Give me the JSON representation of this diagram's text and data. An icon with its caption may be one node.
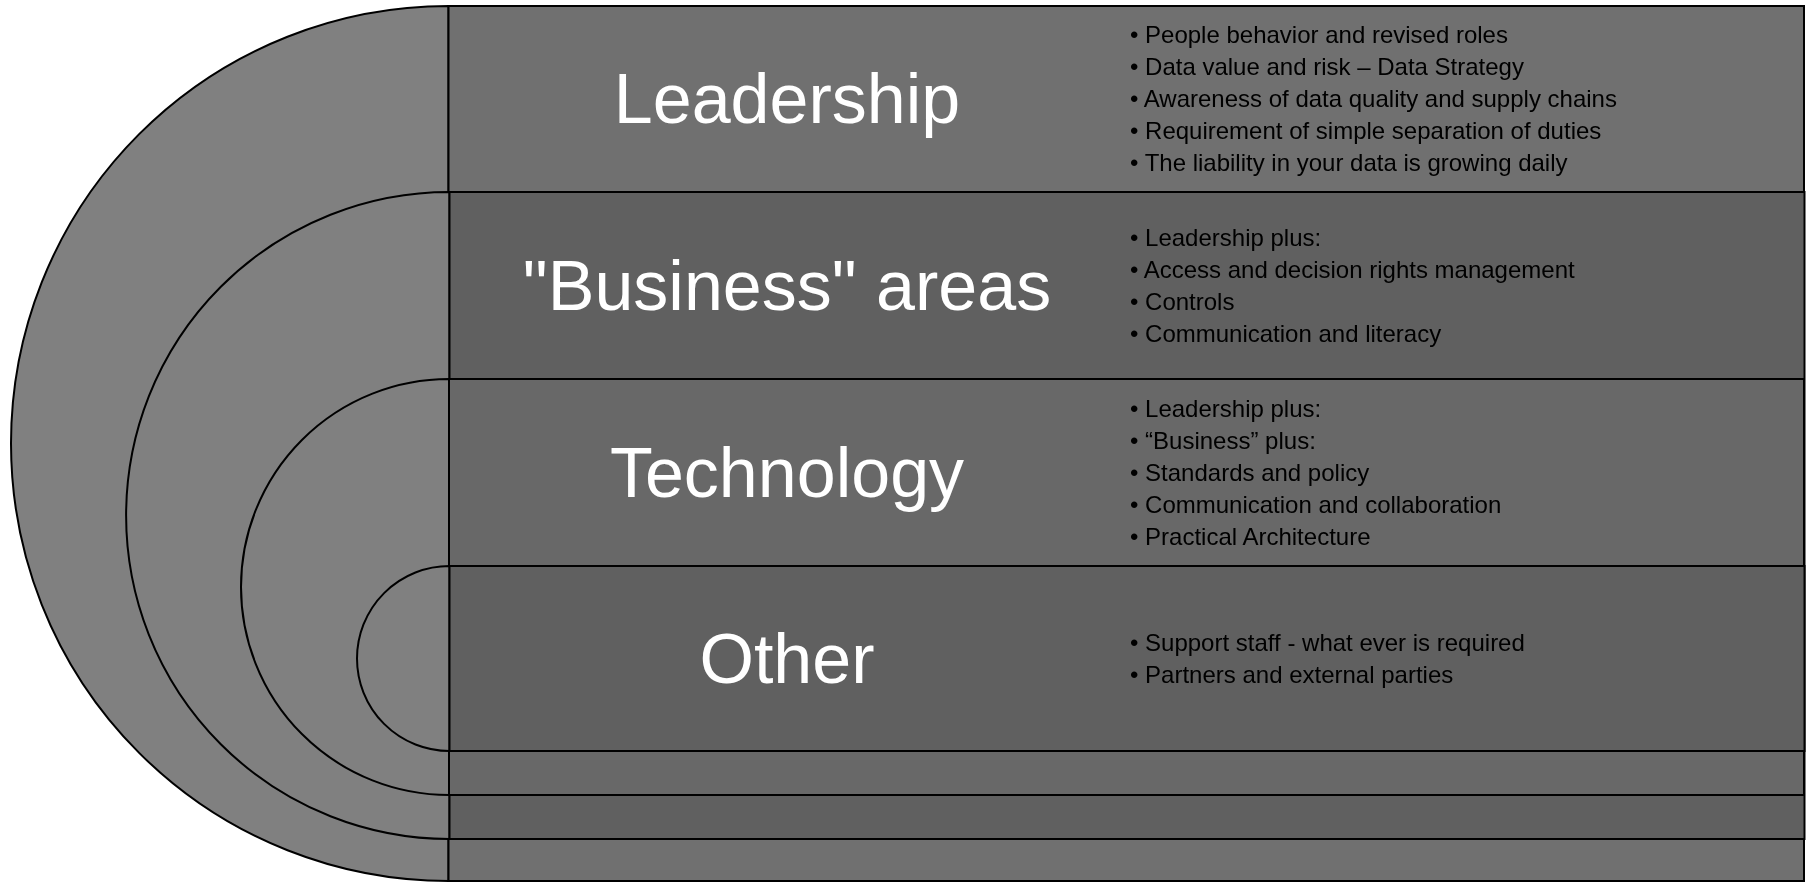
{
  "diagram": {
    "nodes": [
      {
        "text": [
          "Leadership",
          "• People behavior and revised roles",
          "• Data value and risk – Data Strategy",
          "• Awareness of data quality and supply chains",
          "• Requirement of simple separation of duties",
          "• The liability in your data is growing daily"
        ]
      },
      {
        "text": [
          "\"Business\" areas",
          "• Leadership plus:",
          "• Access and decision rights management",
          "• Controls",
          "• Communication and literacy"
        ],
        "in": 0
      },
      {
        "text": [
          "Technology",
          "• Leadership plus:",
          "• “Business” plus:",
          "• Standards and policy",
          "• Communication and collaboration",
          "• Practical Architecture"
        ],
        "in": 1
      },
      {
        "text": [
          "Other",
          "• Support staff - what ever is required",
          "• Partners and external parties"
        ],
        "in": 2
      }
    ]
  }
}
